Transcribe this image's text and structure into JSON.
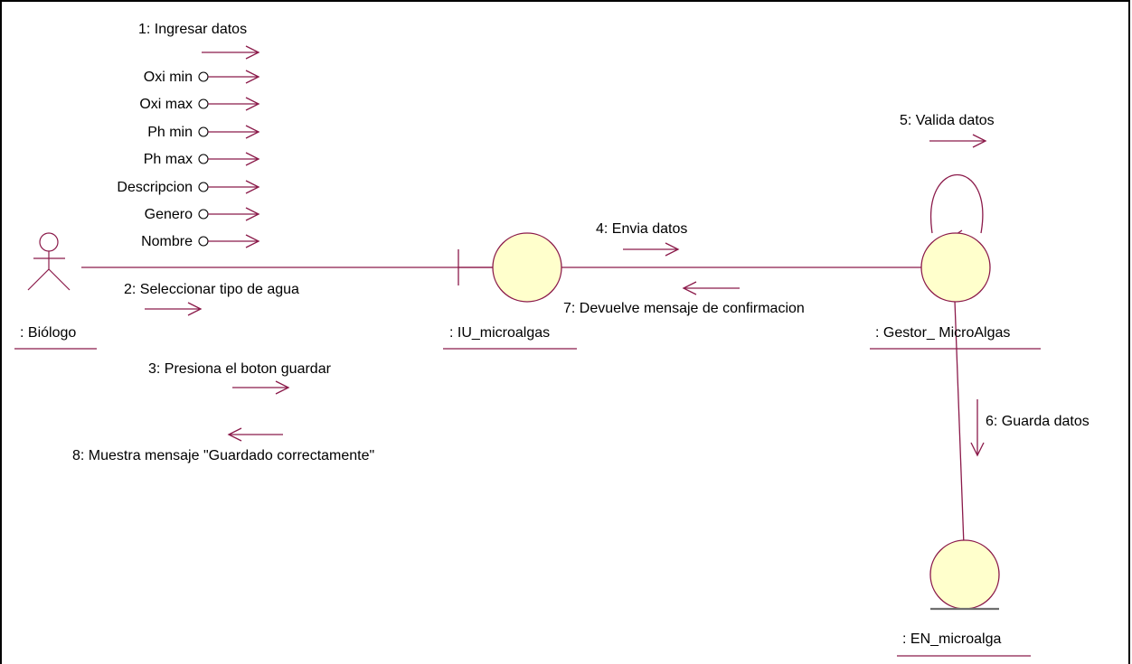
{
  "diagram": {
    "line_color": "#8b1a4a",
    "object_fill": "#ffffcc",
    "objects": {
      "actor": ": Biólogo",
      "boundary": ": IU_microalgas",
      "control": ": Gestor_ MicroAlgas",
      "entity": ": EN_microalga"
    },
    "messages": {
      "m1": "1: Ingresar datos",
      "m2": "2: Seleccionar tipo de agua",
      "m3": "3: Presiona el boton guardar",
      "m4": "4: Envia datos",
      "m5": "5: Valida datos",
      "m6": "6: Guarda datos",
      "m7": "7: Devuelve mensaje de confirmacion",
      "m8": "8: Muestra mensaje \"Guardado correctamente\""
    },
    "data_flows": [
      "Oxi min",
      "Oxi max",
      "Ph min",
      "Ph max",
      "Descripcion",
      "Genero",
      "Nombre"
    ]
  }
}
